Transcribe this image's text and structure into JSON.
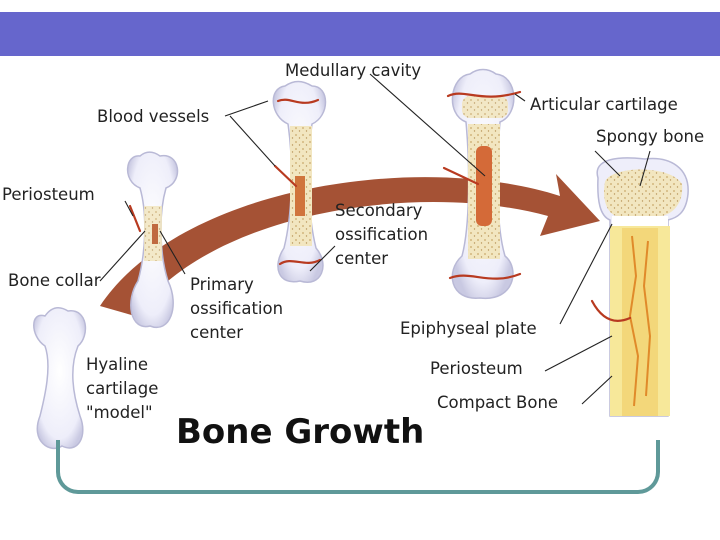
{
  "slide": {
    "bar_color": "#6666cc",
    "frame_color": "#5f9999"
  },
  "diagram": {
    "title": "Bone Growth",
    "labels": {
      "medullary_cavity": "Medullary cavity",
      "blood_vessels": "Blood vessels",
      "articular_cartilage": "Articular cartilage",
      "spongy_bone": "Spongy bone",
      "periosteum_left": "Periosteum",
      "secondary_1": "Secondary",
      "secondary_2": "ossification",
      "secondary_3": "center",
      "bone_collar": "Bone collar",
      "primary_1": "Primary",
      "primary_2": "ossification",
      "primary_3": "center",
      "epiphyseal_plate": "Epiphyseal plate",
      "hyaline_1": "Hyaline",
      "hyaline_2": "cartilage",
      "hyaline_3": "\"model\"",
      "periosteum_right": "Periosteum",
      "compact_bone": "Compact Bone"
    },
    "colors": {
      "arrow": "#a0492a",
      "cartilage": "#f2f2fb",
      "cartilage_edge": "#b9b9d6",
      "spongy": "#f2e3b8",
      "compact": "#f7e89a",
      "vessel": "#b83a20"
    }
  }
}
